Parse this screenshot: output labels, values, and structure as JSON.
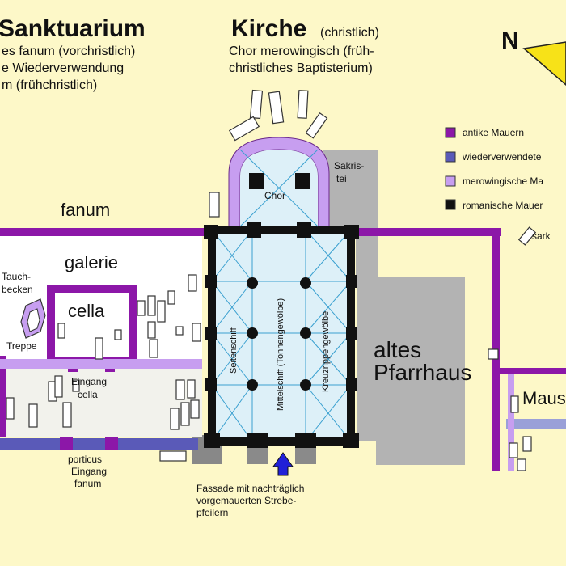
{
  "header": {
    "sanctuary_title": "Sanktuarium",
    "sanctuary_line1": "es  fanum (vorchristlich)",
    "sanctuary_line2": "e Wiederverwendung",
    "sanctuary_line3": "m (frühchristlich)",
    "church_title": "Kirche",
    "church_sub": "(christlich)",
    "church_line1": "Chor merowingisch (früh-",
    "church_line2": "christliches Baptisterium)"
  },
  "compass": {
    "north": "N"
  },
  "legend": {
    "items": [
      {
        "label": "antike Mauern",
        "color": "#8c17a8"
      },
      {
        "label": "wiederverwendete",
        "color": "#5a5ab8"
      },
      {
        "label": "merowingische Ma",
        "color": "#c79ef0"
      },
      {
        "label": "romanische Mauer",
        "color": "#111111"
      }
    ],
    "sark": "sark"
  },
  "labels": {
    "fanum": "fanum",
    "galerie": "galerie",
    "cella": "cella",
    "tauch1": "Tauch-",
    "tauch2": "becken",
    "treppe": "Treppe",
    "eingang1": "Eingang",
    "eingang2": "cella",
    "porticus1": "porticus",
    "porticus2": "Eingang",
    "porticus3": "fanum",
    "chor": "Chor",
    "sakristei1": "Sakris-",
    "sakristei2": "tei",
    "seitenschiff": "Seitenschiff",
    "mittelschiff": "Mittelschiff (Tonnengewölbe)",
    "kreuzrippen": "Kreuzrippengewölbe",
    "pfarrhaus1": "altes",
    "pfarrhaus2": "Pfarrhaus",
    "maus": "Maus",
    "fassade1": "Fassade mit nachträglich",
    "fassade2": "vorgemauerten Strebe-",
    "fassade3": "pfeilern"
  }
}
